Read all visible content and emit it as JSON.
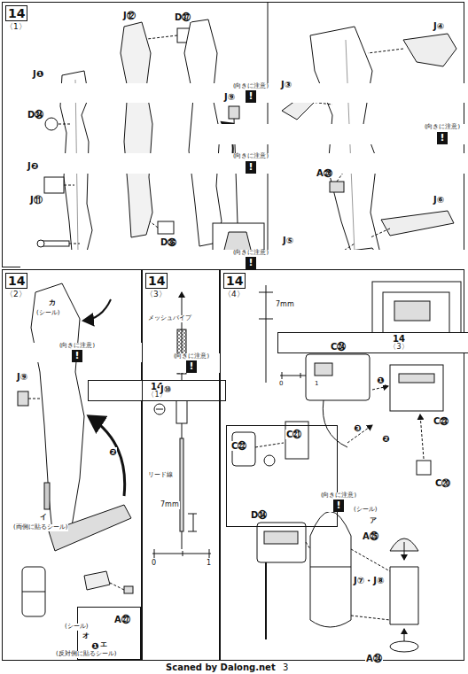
{
  "diagram": {
    "nodes": [
      {
        "text": [
          "14",
          "〈1〉"
        ]
      },
      {
        "text": [
          "(向きに注意)",
          "!"
        ],
        "in": 0
      },
      {
        "text": [
          "(向きに注意)",
          "!"
        ],
        "in": 0
      },
      {
        "text": [
          "(向きに注意)",
          "!"
        ],
        "in": 0
      },
      {
        "text": [
          "(向きに注意)",
          "!"
        ],
        "in": 0
      },
      {
        "text": [
          "14",
          "〈2〉"
        ]
      },
      {
        "text": [
          "(向きに注意)",
          "!"
        ],
        "in": 5
      },
      {
        "text": [
          "14",
          "〈1〉"
        ],
        "in": 5
      },
      {
        "text": [
          "A㉗",
          "❶"
        ],
        "in": 5
      },
      {
        "text": [
          "14",
          "〈3〉"
        ]
      },
      {
        "text": [
          "(向きに注意)",
          "!"
        ],
        "in": 9
      },
      {
        "text": [
          "14",
          "〈4〉"
        ]
      },
      {
        "text": [
          "14",
          "〈3〉"
        ],
        "in": 11
      },
      {
        "text": [
          "C㉑",
          "C㉒",
          "D㉞"
        ],
        "in": 11
      },
      {
        "text": [
          "(向きに注意)",
          "!"
        ],
        "in": 13
      }
    ],
    "labels": [
      "J⑫",
      "D㊲",
      "J❶",
      "D㉞",
      "J❷",
      "J⑪",
      "D㊱",
      "J⑨",
      "J④",
      "J③",
      "A㉖",
      "J⑥",
      "J⑤",
      "カ",
      "(シール)",
      "J⑨",
      "❷",
      "イ",
      "(両側に貼るシール)",
      "(シール)",
      "オ",
      "エ",
      "(反対側に貼るシール)",
      "メッシュパイプ",
      "J⑩",
      "リード線",
      "7mm",
      "0",
      "1",
      "7mm",
      "0",
      "1",
      "C㉔",
      "❶",
      "C㉓",
      "❸",
      "❷",
      "C⑳",
      "(シール)",
      "ア",
      "A㉕",
      "J⑦・J⑧",
      "A㉔",
      "Scaned by Dalong.net",
      "3"
    ]
  }
}
